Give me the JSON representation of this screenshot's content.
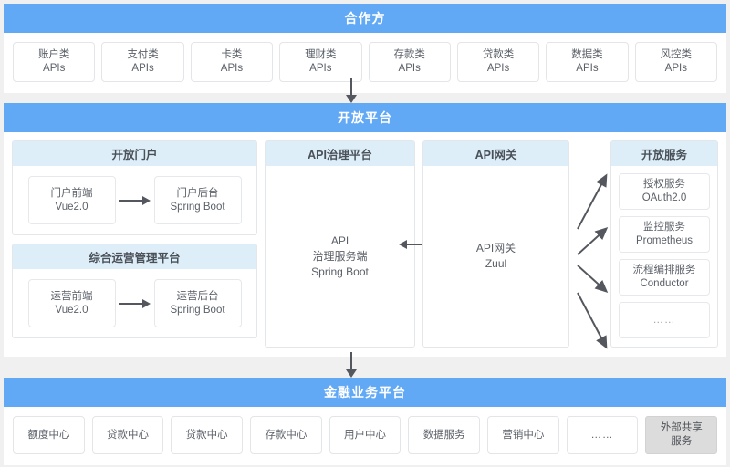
{
  "partner": {
    "banner": "合作方",
    "apis": [
      {
        "name": "账户类",
        "kind": "APIs"
      },
      {
        "name": "支付类",
        "kind": "APIs"
      },
      {
        "name": "卡类",
        "kind": "APIs"
      },
      {
        "name": "理财类",
        "kind": "APIs"
      },
      {
        "name": "存款类",
        "kind": "APIs"
      },
      {
        "name": "贷款类",
        "kind": "APIs"
      },
      {
        "name": "数据类",
        "kind": "APIs"
      },
      {
        "name": "风控类",
        "kind": "APIs"
      }
    ]
  },
  "platform": {
    "banner": "开放平台",
    "portal": {
      "title": "开放门户",
      "front": {
        "name": "门户前端",
        "tech": "Vue2.0"
      },
      "back": {
        "name": "门户后台",
        "tech": "Spring Boot"
      }
    },
    "ops": {
      "title": "综合运营管理平台",
      "front": {
        "name": "运营前端",
        "tech": "Vue2.0"
      },
      "back": {
        "name": "运营后台",
        "tech": "Spring Boot"
      }
    },
    "governance": {
      "title": "API治理平台",
      "line1": "API",
      "line2": "治理服务端",
      "line3": "Spring Boot"
    },
    "gateway": {
      "title": "API网关",
      "line1": "API网关",
      "line2": "Zuul"
    },
    "services": {
      "title": "开放服务",
      "items": [
        {
          "name": "授权服务",
          "tech": "OAuth2.0"
        },
        {
          "name": "监控服务",
          "tech": "Prometheus"
        },
        {
          "name": "流程编排服务",
          "tech": "Conductor"
        },
        {
          "name": "……",
          "tech": ""
        }
      ]
    }
  },
  "business": {
    "banner": "金融业务平台",
    "centers": [
      {
        "label": "额度中心",
        "variant": "plain"
      },
      {
        "label": "贷款中心",
        "variant": "plain"
      },
      {
        "label": "贷款中心",
        "variant": "plain"
      },
      {
        "label": "存款中心",
        "variant": "plain"
      },
      {
        "label": "用户中心",
        "variant": "plain"
      },
      {
        "label": "数据服务",
        "variant": "plain"
      },
      {
        "label": "营销中心",
        "variant": "plain"
      },
      {
        "label": "……",
        "variant": "plain"
      }
    ],
    "shared": {
      "line1": "外部共享",
      "line2": "服务"
    }
  },
  "colors": {
    "banner_blue": "#61a8f5",
    "subhead_blue": "#ddeef9",
    "page_bg": "#f0f0f0",
    "card_bg": "#ffffff",
    "border": "#e4e7ea",
    "arrow": "#54585e",
    "shared_gray": "#dcdcdc",
    "text": "#5b6068"
  }
}
